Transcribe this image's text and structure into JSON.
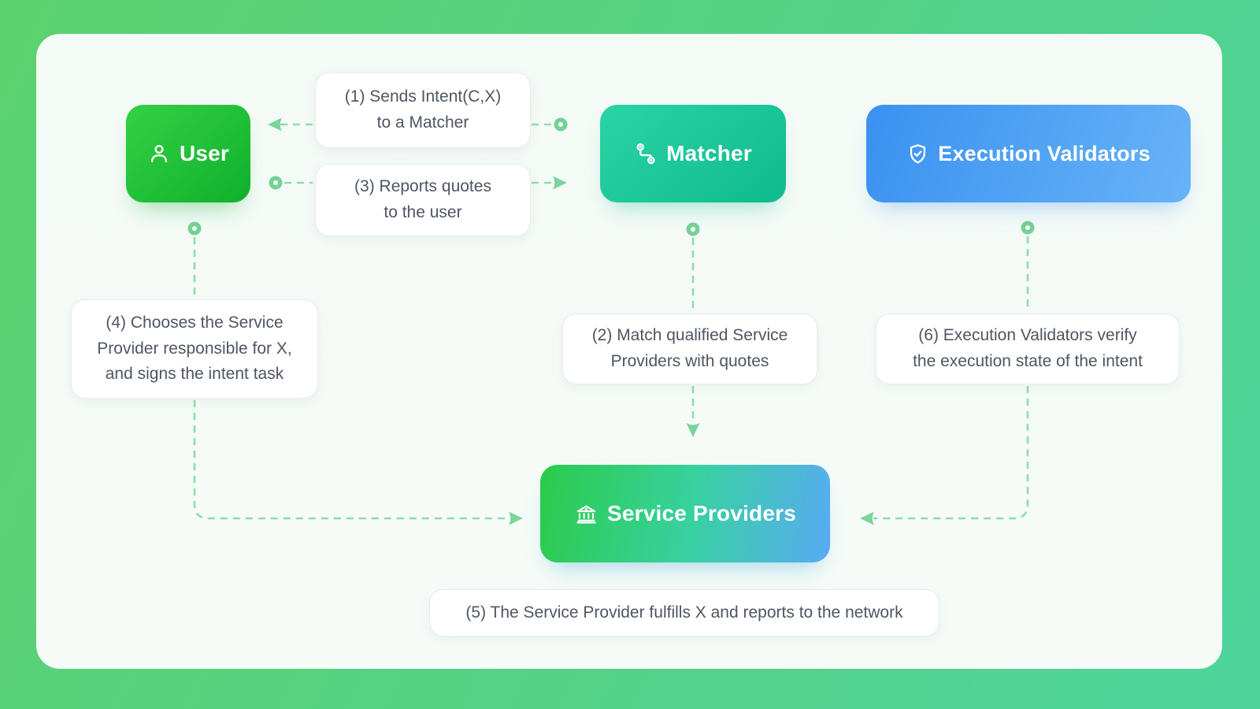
{
  "entities": {
    "user": {
      "label": "User",
      "icon": "user-icon"
    },
    "matcher": {
      "label": "Matcher",
      "icon": "route-pins-icon"
    },
    "execution_validators": {
      "label": "Execution Validators",
      "icon": "shield-check-icon"
    },
    "service_providers": {
      "label": "Service Providers",
      "icon": "bank-icon"
    }
  },
  "notes": {
    "n1": {
      "lines": [
        "(1) Sends Intent(C,X)",
        "to a Matcher"
      ]
    },
    "n2": {
      "lines": [
        "(2) Match qualified Service",
        "Providers with quotes"
      ]
    },
    "n3": {
      "lines": [
        "(3) Reports quotes",
        "to the user"
      ]
    },
    "n4": {
      "lines": [
        "(4) Chooses the Service",
        "Provider responsible for X,",
        "and signs the intent task"
      ]
    },
    "n5": {
      "lines": [
        "(5) The Service Provider fulfills X and reports to the network"
      ]
    },
    "n6": {
      "lines": [
        "(6) Execution Validators verify",
        "the execution state of the intent"
      ]
    }
  },
  "colors": {
    "background_gradient": [
      "#5cd26e",
      "#4ed49b"
    ],
    "card_background": "#f5faf7",
    "user_gradient": [
      "#33d144",
      "#0fb02c"
    ],
    "matcher_gradient": [
      "#2bd4a6",
      "#0fba8d"
    ],
    "validators_gradient": [
      "#3a91f0",
      "#68b3f8"
    ],
    "providers_gradient": [
      "#2bcb4a",
      "#38d1a0",
      "#58abf4"
    ],
    "connector_dash": "#8fdcac",
    "connector_arrow": "#7cd49b",
    "note_border": "#e7ebee",
    "note_text": "#4e5662"
  }
}
